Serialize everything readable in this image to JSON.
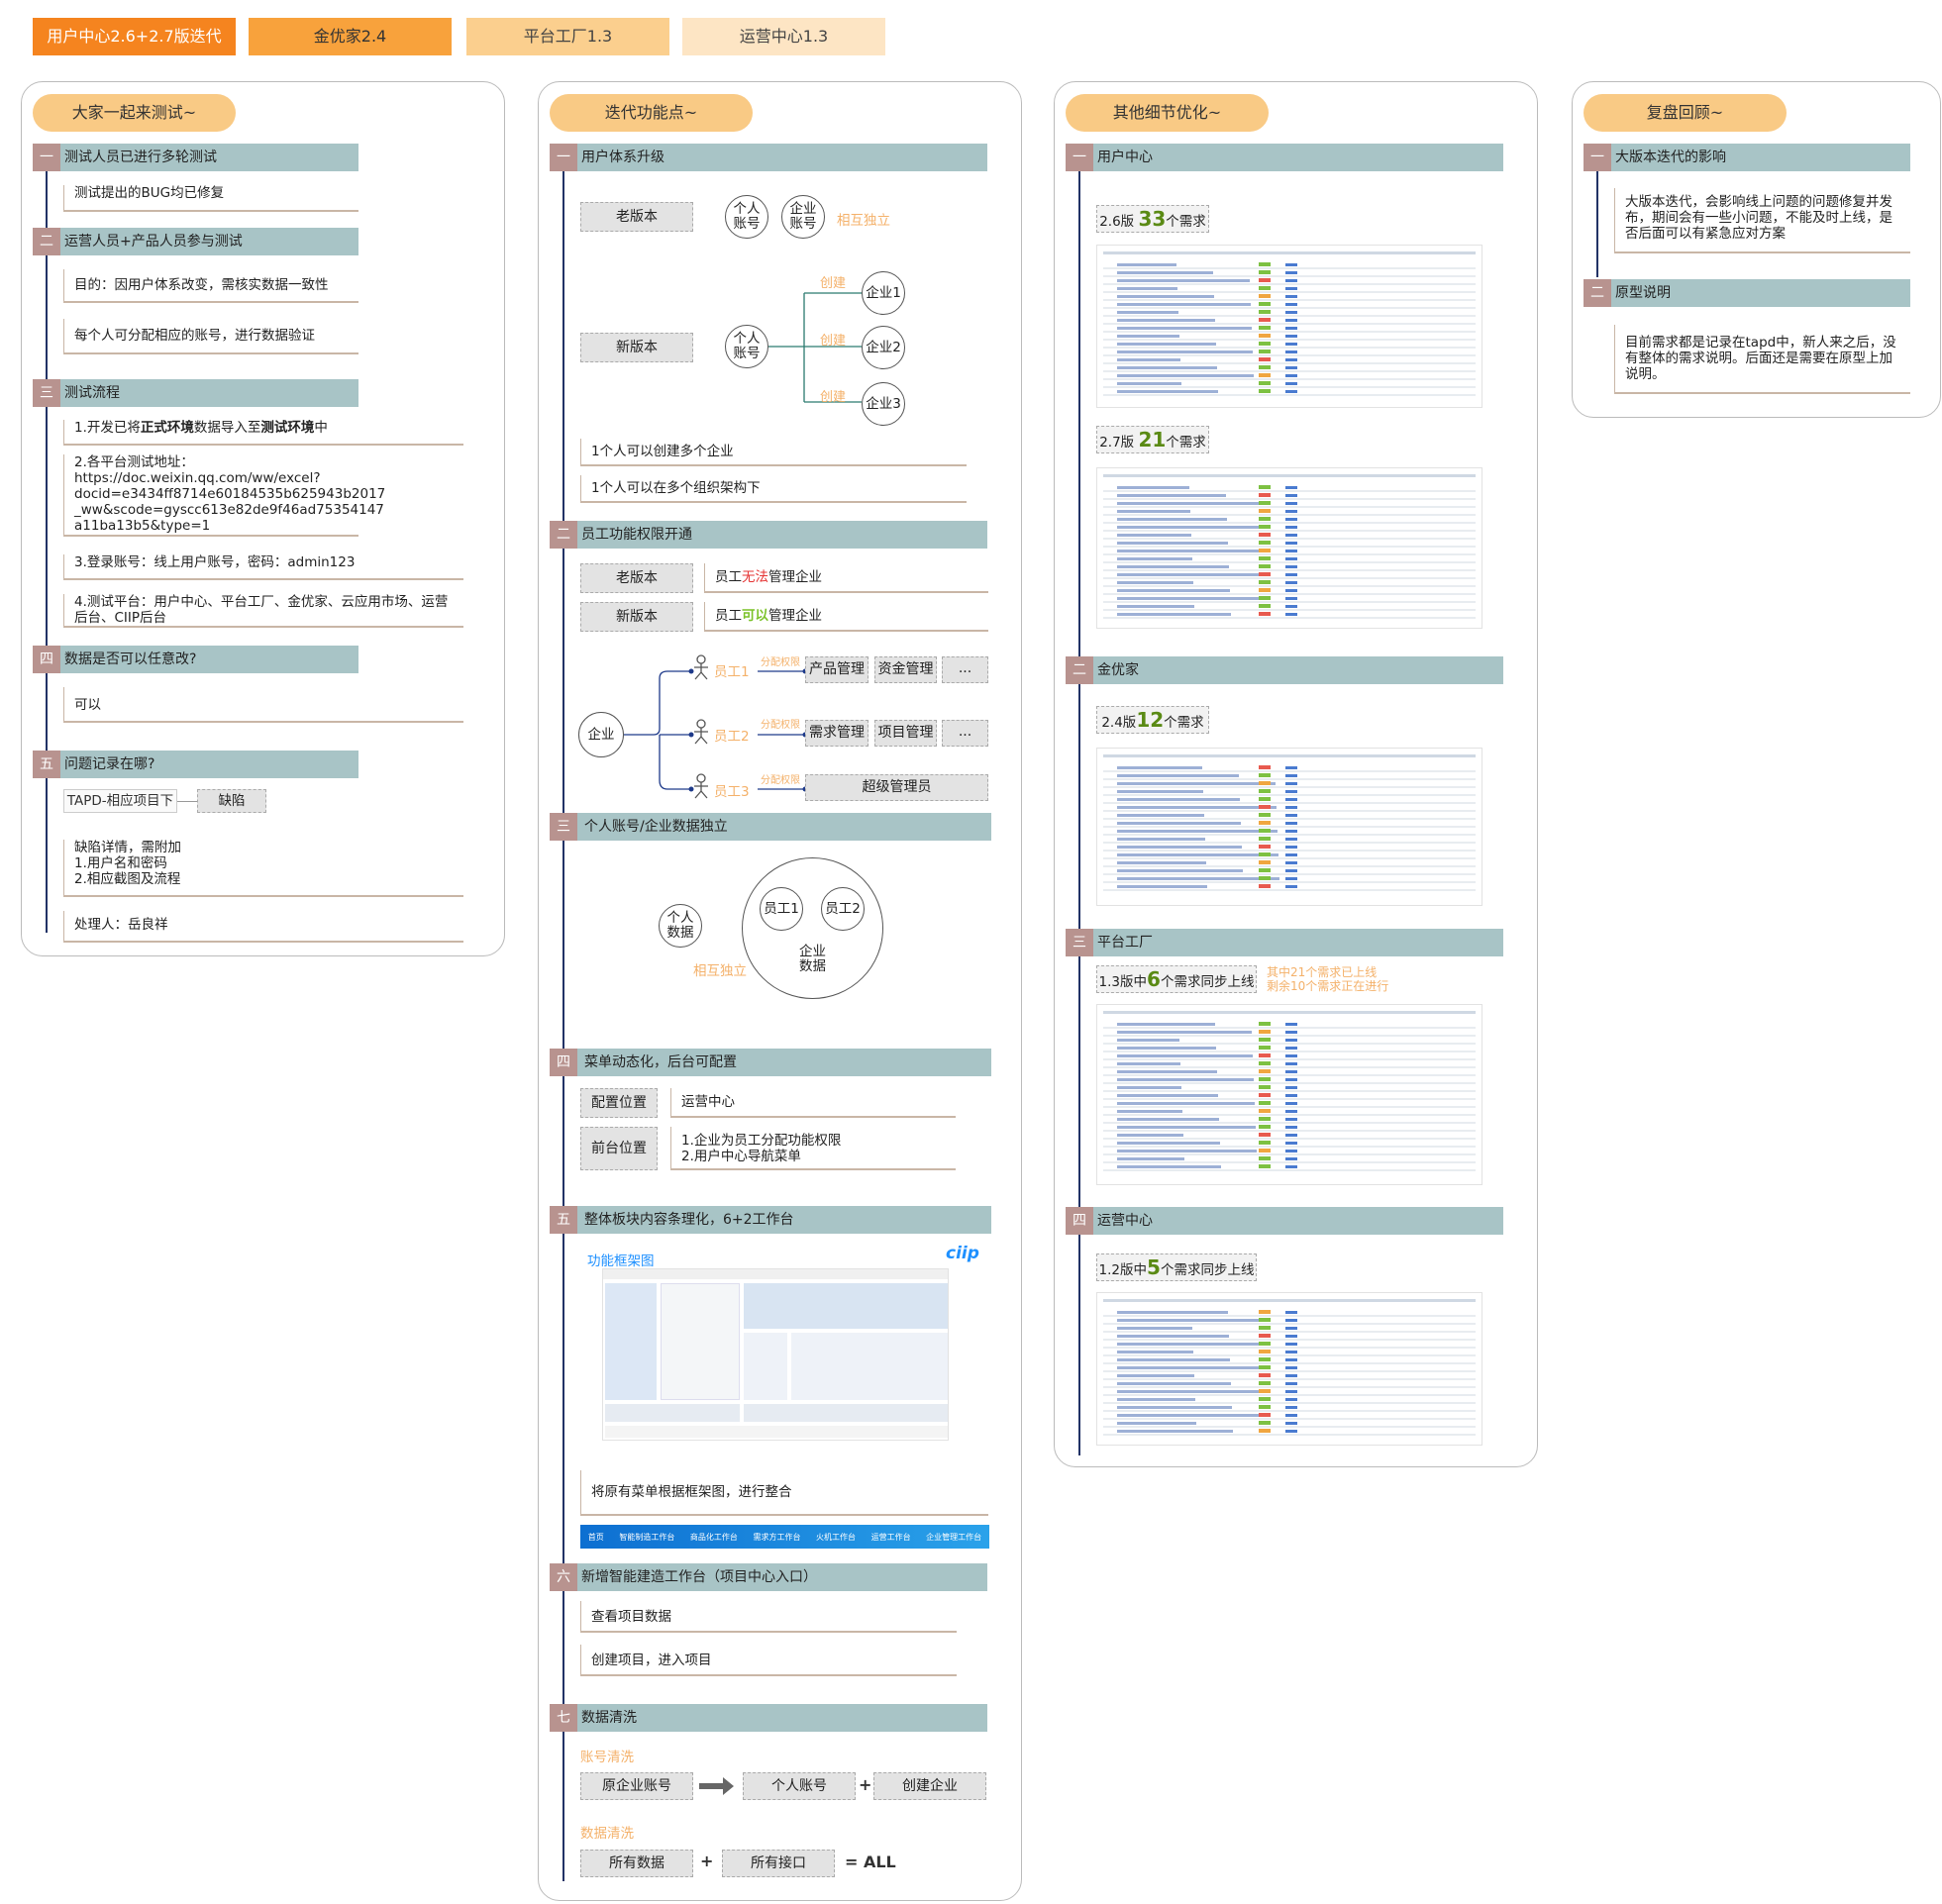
{
  "tabs": [
    "用户中心2.6+2.7版迭代",
    "金优家2.4",
    "平台工厂1.3",
    "运营中心1.3"
  ],
  "col1": {
    "title": "大家一起来测试~",
    "s1": {
      "num": "一",
      "label": "测试人员已进行多轮测试",
      "items": [
        "测试提出的BUG均已修复"
      ]
    },
    "s2": {
      "num": "二",
      "label": "运营人员+产品人员参与测试",
      "items": [
        "目的：因用户体系改变，需核实数据一致性",
        "每个人可分配相应的账号，进行数据验证"
      ]
    },
    "s3": {
      "num": "三",
      "label": "测试流程",
      "i1a": "1.开发已将",
      "i1b": "正式环境",
      "i1c": "数据导入至",
      "i1d": "测试环境",
      "i1e": "中",
      "i2": "2.各平台测试地址：",
      "i2url1": "https://doc.weixin.qq.com/ww/excel?",
      "i2url2": "docid=e3434ff8714e60184535b625943b2017",
      "i2url3": "_ww&scode=gyscc613e82de9f46ad75354147",
      "i2url4": "a11ba13b5&type=1",
      "i3": "3.登录账号：线上用户账号，密码：admin123",
      "i4a": "4.测试平台：用户中心、平台工厂、金优家、云应用市场、运营",
      "i4b": "后台、CIIP后台"
    },
    "s4": {
      "num": "四",
      "label": "数据是否可以任意改?",
      "items": [
        "可以"
      ]
    },
    "s5": {
      "num": "五",
      "label": "问题记录在哪?",
      "tapd": "TAPD-相应项目下",
      "bug": "缺陷",
      "d1": "缺陷详情，需附加",
      "d2": "1.用户名和密码",
      "d3": "2.相应截图及流程",
      "handler": "处理人：岳良祥"
    }
  },
  "col2": {
    "title": "迭代功能点~",
    "s1": {
      "num": "一",
      "label": "用户体系升级",
      "old": "老版本",
      "new": "新版本",
      "personal": "个人账号",
      "enterprise": "企业账号",
      "independent": "相互独立",
      "create": "创建",
      "ent1": "企业1",
      "ent2": "企业2",
      "ent3": "企业3",
      "n1": "1个人可以创建多个企业",
      "n2": "1个人可以在多个组织架构下"
    },
    "s2": {
      "num": "二",
      "label": "员工功能权限开通",
      "old": "老版本",
      "new": "新版本",
      "oldt1": "员工",
      "oldt2": "无法",
      "oldt3": "管理企业",
      "newt1": "员工",
      "newt2": "可以",
      "newt3": "管理企业",
      "company": "企业",
      "emp1": "员工1",
      "emp2": "员工2",
      "emp3": "员工3",
      "assign": "分配权限",
      "p1": "产品管理",
      "p2": "资金管理",
      "p3": "需求管理",
      "p4": "项目管理",
      "p5": "超级管理员",
      "etc": "..."
    },
    "s3": {
      "num": "三",
      "label": "个人账号/企业数据独立",
      "personal": "个人数据",
      "e1": "员工1",
      "e2": "员工2",
      "ent": "企业数据",
      "independent": "相互独立"
    },
    "s4": {
      "num": "四",
      "label": "菜单动态化，后台可配置",
      "k1": "配置位置",
      "v1": "运营中心",
      "k2": "前台位置",
      "v2a": "1.企业为员工分配功能权限",
      "v2b": "2.用户中心导航菜单"
    },
    "s5": {
      "num": "五",
      "label": "整体板块内容条理化，6+2工作台",
      "frame": "功能框架图",
      "logo": "ciip",
      "note": "将原有菜单根据框架图，进行整合",
      "nav": [
        "首页",
        "智能制造工作台",
        "商品化工作台",
        "需求方工作台",
        "火机工作台",
        "运营工作台",
        "企业管理工作台"
      ]
    },
    "s6": {
      "num": "六",
      "label": "新增智能建造工作台（项目中心入口）",
      "items": [
        "查看项目数据",
        "创建项目，进入项目"
      ]
    },
    "s7": {
      "num": "七",
      "label": "数据清洗",
      "acct": "账号清洗",
      "a1": "原企业账号",
      "a2": "个人账号",
      "a3": "创建企业",
      "data": "数据清洗",
      "d1": "所有数据",
      "d2": "所有接口",
      "all": "= ALL",
      "plus": "+"
    }
  },
  "col3": {
    "title": "其他细节优化~",
    "s1": {
      "num": "一",
      "label": "用户中心",
      "v1a": "2.6版 ",
      "v1n": "33",
      "v1b": "个需求",
      "v2a": "2.7版 ",
      "v2n": "21",
      "v2b": "个需求"
    },
    "s2": {
      "num": "二",
      "label": "金优家",
      "v": "2.4版",
      "n": "12",
      "b": "个需求"
    },
    "s3": {
      "num": "三",
      "label": "平台工厂",
      "v": "1.3版中",
      "n": "6",
      "b": "个需求同步上线",
      "note1": "其中21个需求已上线",
      "note2": "剩余10个需求正在进行"
    },
    "s4": {
      "num": "四",
      "label": "运营中心",
      "v": "1.2版中",
      "n": "5",
      "b": "个需求同步上线"
    }
  },
  "col4": {
    "title": "复盘回顾~",
    "s1": {
      "num": "一",
      "label": "大版本迭代的影响",
      "t1": "大版本迭代，会影响线上问题的问题修复并发",
      "t2": "布，期间会有一些小问题，不能及时上线，是",
      "t3": "否后面可以有紧急应对方案"
    },
    "s2": {
      "num": "二",
      "label": "原型说明",
      "t1": "目前需求都是记录在tapd中，新人来之后，没",
      "t2": "有整体的需求说明。后面还是需要在原型上加",
      "t3": "说明。"
    }
  }
}
